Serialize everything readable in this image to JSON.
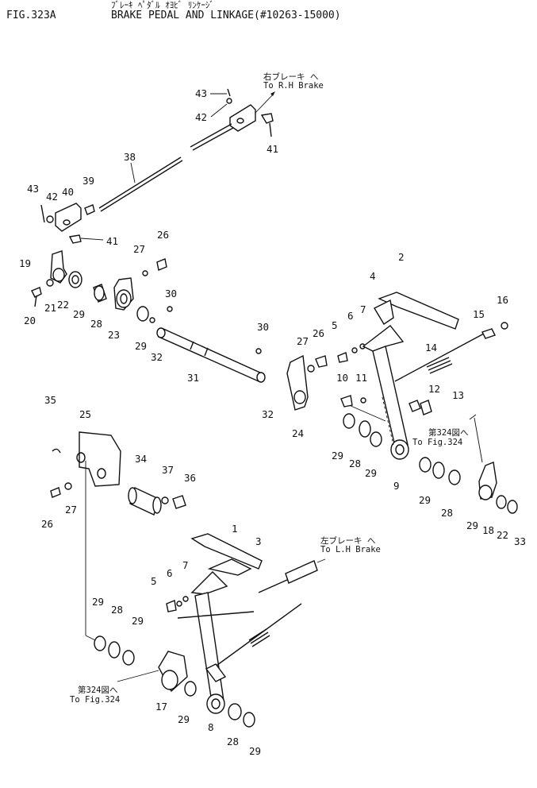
{
  "header": {
    "fig_number": "FIG.323A",
    "jp_title": "ﾌﾞﾚｰｷ ﾍﾟﾀﾞﾙ ｵﾖﾋﾞ ﾘﾝｹｰｼﾞ",
    "en_title": "BRAKE PEDAL AND LINKAGE(#10263-15000)"
  },
  "notes": {
    "to_rh_jp": "右ブレーキ へ",
    "to_rh_en": "To R.H Brake",
    "to_lh_jp": "左ブレーキ へ",
    "to_lh_en": "To L.H Brake",
    "fig324_right_jp": "第324図へ",
    "fig324_right_en": "To Fig.324",
    "fig324_left_jp": "第324図へ",
    "fig324_left_en": "To Fig.324"
  },
  "part_labels": [
    {
      "id": "p43a",
      "text": "43"
    },
    {
      "id": "p42a",
      "text": "42"
    },
    {
      "id": "p41a",
      "text": "41"
    },
    {
      "id": "p38",
      "text": "38"
    },
    {
      "id": "p43b",
      "text": "43"
    },
    {
      "id": "p42b",
      "text": "42"
    },
    {
      "id": "p40",
      "text": "40"
    },
    {
      "id": "p39",
      "text": "39"
    },
    {
      "id": "p41b",
      "text": "41"
    },
    {
      "id": "p27a",
      "text": "27"
    },
    {
      "id": "p26a",
      "text": "26"
    },
    {
      "id": "p19",
      "text": "19"
    },
    {
      "id": "p30a",
      "text": "30"
    },
    {
      "id": "p20",
      "text": "20"
    },
    {
      "id": "p21",
      "text": "21"
    },
    {
      "id": "p22a",
      "text": "22"
    },
    {
      "id": "p29a",
      "text": "29"
    },
    {
      "id": "p28a",
      "text": "28"
    },
    {
      "id": "p23",
      "text": "23"
    },
    {
      "id": "p29b",
      "text": "29"
    },
    {
      "id": "p32a",
      "text": "32"
    },
    {
      "id": "p31",
      "text": "31"
    },
    {
      "id": "p30b",
      "text": "30"
    },
    {
      "id": "p26b",
      "text": "26"
    },
    {
      "id": "p27b",
      "text": "27"
    },
    {
      "id": "p32b",
      "text": "32"
    },
    {
      "id": "p24",
      "text": "24"
    },
    {
      "id": "p2",
      "text": "2"
    },
    {
      "id": "p4",
      "text": "4"
    },
    {
      "id": "p5a",
      "text": "5"
    },
    {
      "id": "p6a",
      "text": "6"
    },
    {
      "id": "p7a",
      "text": "7"
    },
    {
      "id": "p15",
      "text": "15"
    },
    {
      "id": "p16",
      "text": "16"
    },
    {
      "id": "p14",
      "text": "14"
    },
    {
      "id": "p10",
      "text": "10"
    },
    {
      "id": "p11",
      "text": "11"
    },
    {
      "id": "p12",
      "text": "12"
    },
    {
      "id": "p13",
      "text": "13"
    },
    {
      "id": "p29c",
      "text": "29"
    },
    {
      "id": "p28b",
      "text": "28"
    },
    {
      "id": "p29d",
      "text": "29"
    },
    {
      "id": "p9",
      "text": "9"
    },
    {
      "id": "p29e",
      "text": "29"
    },
    {
      "id": "p28c",
      "text": "28"
    },
    {
      "id": "p29f",
      "text": "29"
    },
    {
      "id": "p18",
      "text": "18"
    },
    {
      "id": "p22b",
      "text": "22"
    },
    {
      "id": "p33",
      "text": "33"
    },
    {
      "id": "p35",
      "text": "35"
    },
    {
      "id": "p25",
      "text": "25"
    },
    {
      "id": "p34",
      "text": "34"
    },
    {
      "id": "p37",
      "text": "37"
    },
    {
      "id": "p36",
      "text": "36"
    },
    {
      "id": "p26c",
      "text": "26"
    },
    {
      "id": "p27c",
      "text": "27"
    },
    {
      "id": "p1",
      "text": "1"
    },
    {
      "id": "p3",
      "text": "3"
    },
    {
      "id": "p6b",
      "text": "6"
    },
    {
      "id": "p7b",
      "text": "7"
    },
    {
      "id": "p5b",
      "text": "5"
    },
    {
      "id": "p29g",
      "text": "29"
    },
    {
      "id": "p28d",
      "text": "28"
    },
    {
      "id": "p29h",
      "text": "29"
    },
    {
      "id": "p17",
      "text": "17"
    },
    {
      "id": "p29i",
      "text": "29"
    },
    {
      "id": "p8",
      "text": "8"
    },
    {
      "id": "p28e",
      "text": "28"
    },
    {
      "id": "p29j",
      "text": "29"
    }
  ]
}
